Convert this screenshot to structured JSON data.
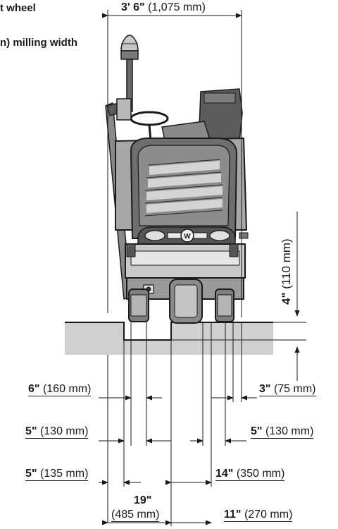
{
  "captions": {
    "front_wheel": "t wheel",
    "milling_width": "n) milling width"
  },
  "dimensions": {
    "overall_width": {
      "inch": "3' 6\"",
      "mm": "(1,075 mm)"
    },
    "cut_depth": {
      "inch": "4\"",
      "mm": "(110 mm)"
    },
    "left_6in": {
      "inch": "6\"",
      "mm": "(160 mm)"
    },
    "right_3in": {
      "inch": "3\"",
      "mm": "(75 mm)"
    },
    "left_5in_130": {
      "inch": "5\"",
      "mm": "(130 mm)"
    },
    "right_5in_130": {
      "inch": "5\"",
      "mm": "(130 mm)"
    },
    "left_5in_135": {
      "inch": "5\"",
      "mm": "(135 mm)"
    },
    "right_14in": {
      "inch": "14\"",
      "mm": "(350 mm)"
    },
    "bottom_19in": {
      "inch": "19\"",
      "mm": "(485 mm)"
    },
    "bottom_11in": {
      "inch": "11\"",
      "mm": "(270 mm)"
    }
  },
  "logo": {
    "mark": "W"
  },
  "colors": {
    "body_light": "#d9d9d9",
    "body_mid": "#a8a8a8",
    "body_dark": "#4d4d4d",
    "ground": "#cfcfcf",
    "line": "#1a1a1a"
  }
}
